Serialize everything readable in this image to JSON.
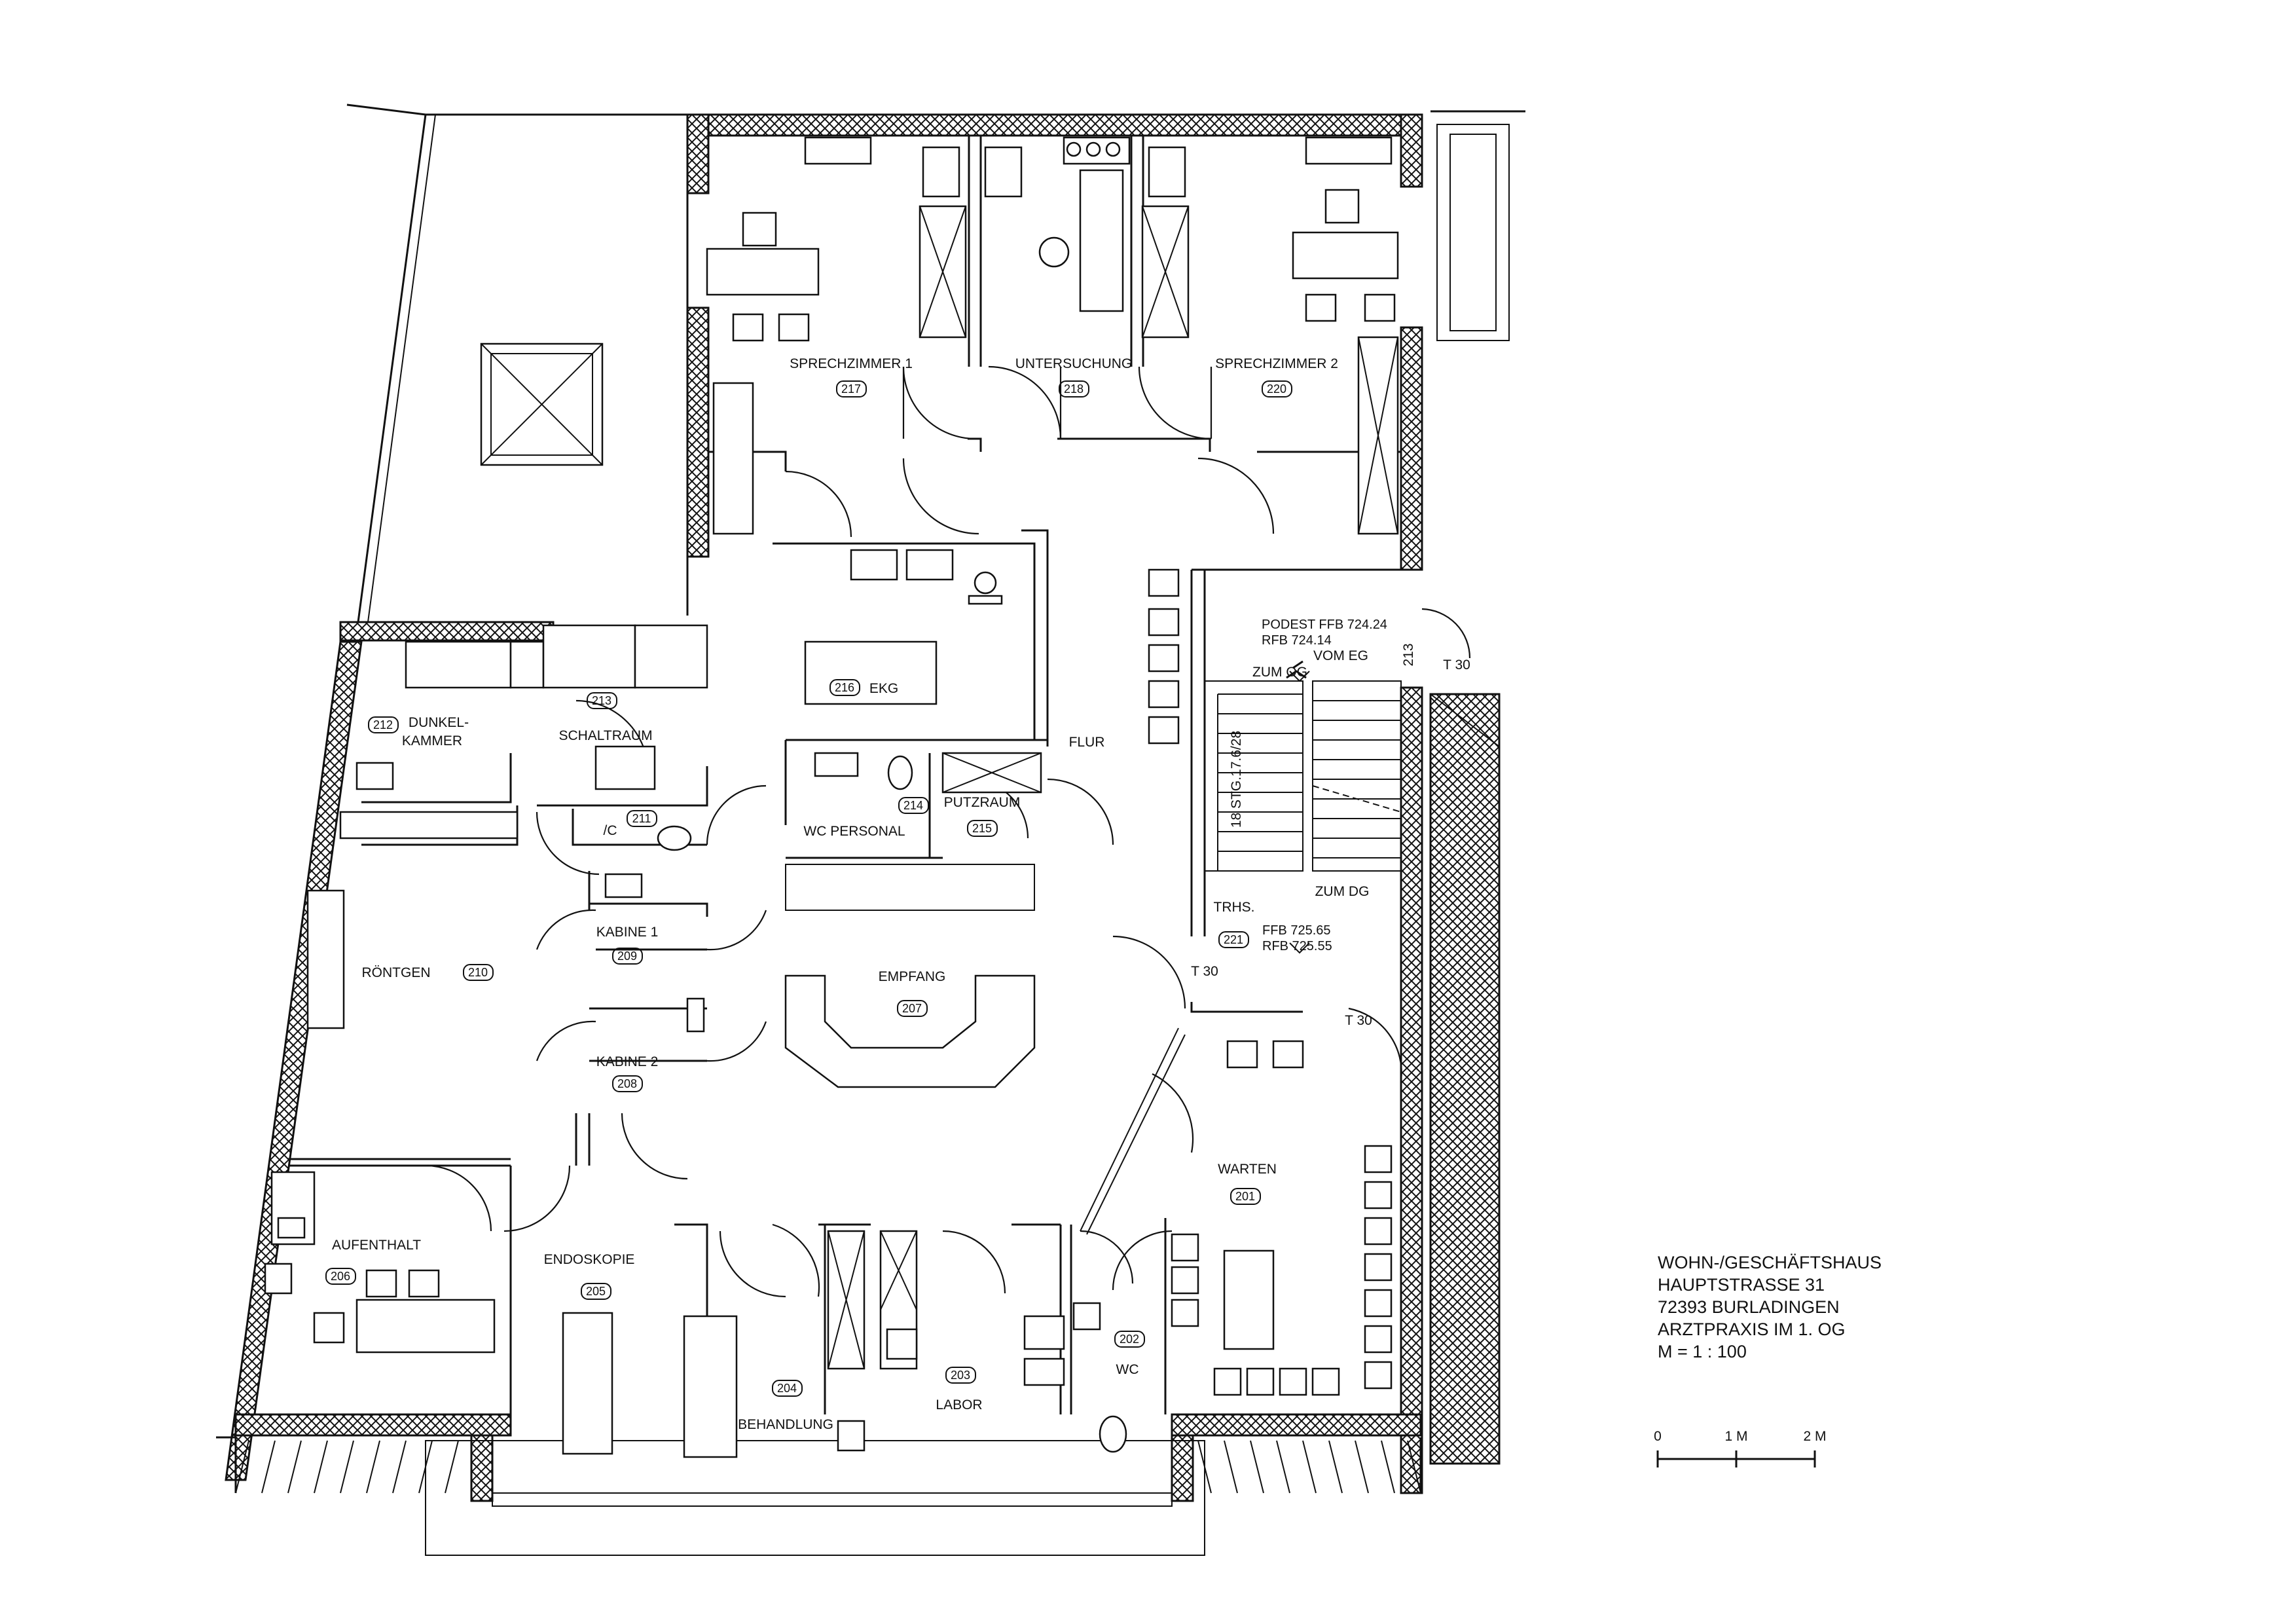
{
  "rooms": [
    {
      "id": "r217",
      "name": "SPRECHZIMMER 1",
      "number": "217"
    },
    {
      "id": "r218",
      "name": "UNTERSUCHUNG",
      "number": "218"
    },
    {
      "id": "r220",
      "name": "SPRECHZIMMER 2",
      "number": "220"
    },
    {
      "id": "r216",
      "name": "EKG",
      "number": "216"
    },
    {
      "id": "r212",
      "name1": "DUNKEL-",
      "name2": "KAMMER",
      "number": "212"
    },
    {
      "id": "r213",
      "name": "SCHALTRAUM",
      "number": "213"
    },
    {
      "id": "r211",
      "name": "/C",
      "number": "211"
    },
    {
      "id": "r214",
      "name": "WC PERSONAL",
      "number": "214"
    },
    {
      "id": "r215",
      "name": "PUTZRAUM",
      "number": "215"
    },
    {
      "id": "r209",
      "name": "KABINE 1",
      "number": "209"
    },
    {
      "id": "r208",
      "name": "KABINE 2",
      "number": "208"
    },
    {
      "id": "r210",
      "name": "RÖNTGEN",
      "number": "210"
    },
    {
      "id": "r207",
      "name": "EMPFANG",
      "number": "207"
    },
    {
      "id": "r206",
      "name": "AUFENTHALT",
      "number": "206"
    },
    {
      "id": "r205",
      "name": "ENDOSKOPIE",
      "number": "205"
    },
    {
      "id": "r204",
      "name": "BEHANDLUNG",
      "number": "204"
    },
    {
      "id": "r203",
      "name": "LABOR",
      "number": "203"
    },
    {
      "id": "r202",
      "name": "WC",
      "number": "202"
    },
    {
      "id": "r201",
      "name": "WARTEN",
      "number": "201"
    },
    {
      "id": "r221",
      "name": "TRHS.",
      "number": "221"
    }
  ],
  "labels": {
    "flur": "FLUR",
    "podest1": "PODEST FFB 724.24",
    "podest2": "RFB 724.14",
    "zum_og": "ZUM OG",
    "vom_eg": "VOM EG",
    "zum_dg": "ZUM DG",
    "stairs": "18 STG.17.6/28",
    "ffb": "FFB 725.65",
    "rfb": "RFB 725.55",
    "t30_a": "T 30",
    "t30_b": "T 30",
    "t30_c": "T 30",
    "side_213": "213"
  },
  "title_block": {
    "line1": "WOHN-/GESCHÄFTSHAUS",
    "line2": "HAUPTSTRASSE 31",
    "line3": "72393 BURLADINGEN",
    "line4": "ARZTPRAXIS IM 1. OG",
    "line5": "M = 1 : 100"
  },
  "scale_bar": {
    "tick0": "0",
    "tick1": "1 M",
    "tick2": "2 M"
  }
}
